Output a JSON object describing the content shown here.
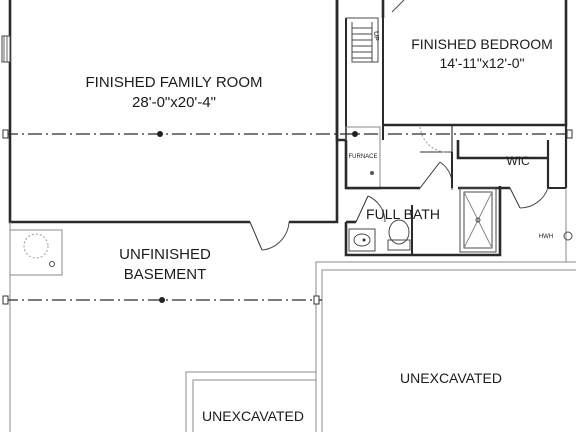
{
  "rooms": {
    "family_room": {
      "name": "FINISHED FAMILY ROOM",
      "dims": "28'-0\"x20'-4\""
    },
    "bedroom": {
      "name": "FINISHED BEDROOM",
      "dims": "14'-11\"x12'-0\""
    },
    "unfinished_basement": {
      "line1": "UNFINISHED",
      "line2": "BASEMENT"
    },
    "full_bath": "FULL BATH",
    "wic": "WIC",
    "furnace": "FURNACE",
    "hwh": "HWH",
    "unexcavated_right": "UNEXCAVATED",
    "unexcavated_left": "UNEXCAVATED",
    "stair_up": "UP"
  }
}
